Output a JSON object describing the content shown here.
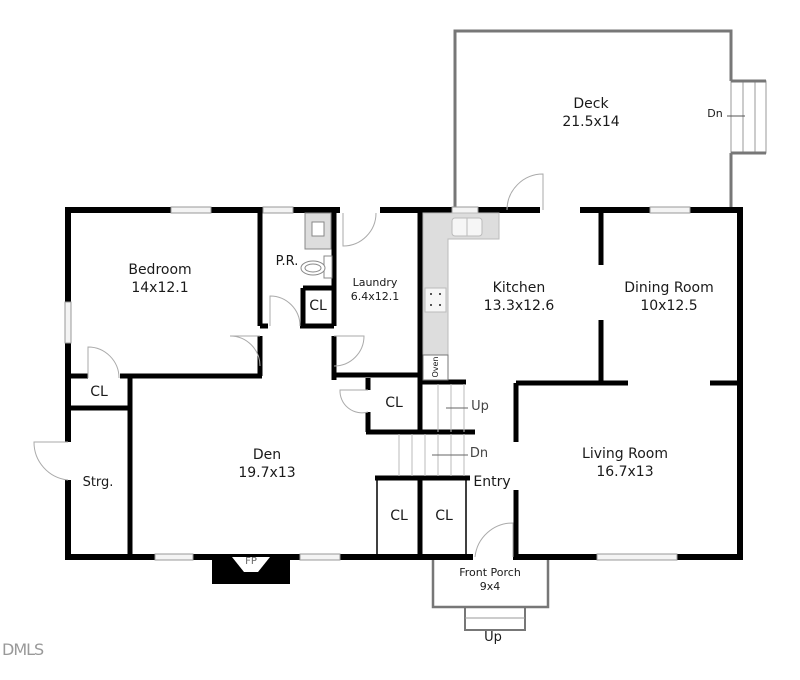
{
  "floorplan": {
    "rooms": [
      {
        "name": "Deck",
        "dims": "21.5x14"
      },
      {
        "name": "Bedroom",
        "dims": "14x12.1"
      },
      {
        "name": "P.R.",
        "dims": ""
      },
      {
        "name": "Laundry",
        "dims": "6.4x12.1"
      },
      {
        "name": "Kitchen",
        "dims": "13.3x12.6"
      },
      {
        "name": "Dining Room",
        "dims": "10x12.5"
      },
      {
        "name": "Den",
        "dims": "19.7x13"
      },
      {
        "name": "Living Room",
        "dims": "16.7x13"
      },
      {
        "name": "Front Porch",
        "dims": "9x4"
      },
      {
        "name": "Strg.",
        "dims": ""
      },
      {
        "name": "Entry",
        "dims": ""
      }
    ],
    "closets": [
      "CL",
      "CL",
      "CL",
      "CL",
      "CL"
    ],
    "stairs": {
      "deck_dn": "Dn",
      "interior_up": "Up",
      "interior_dn": "Dn",
      "porch_up": "Up"
    },
    "fixtures": {
      "oven": "Oven",
      "fireplace": "FP"
    },
    "watermark": "DMLS"
  }
}
